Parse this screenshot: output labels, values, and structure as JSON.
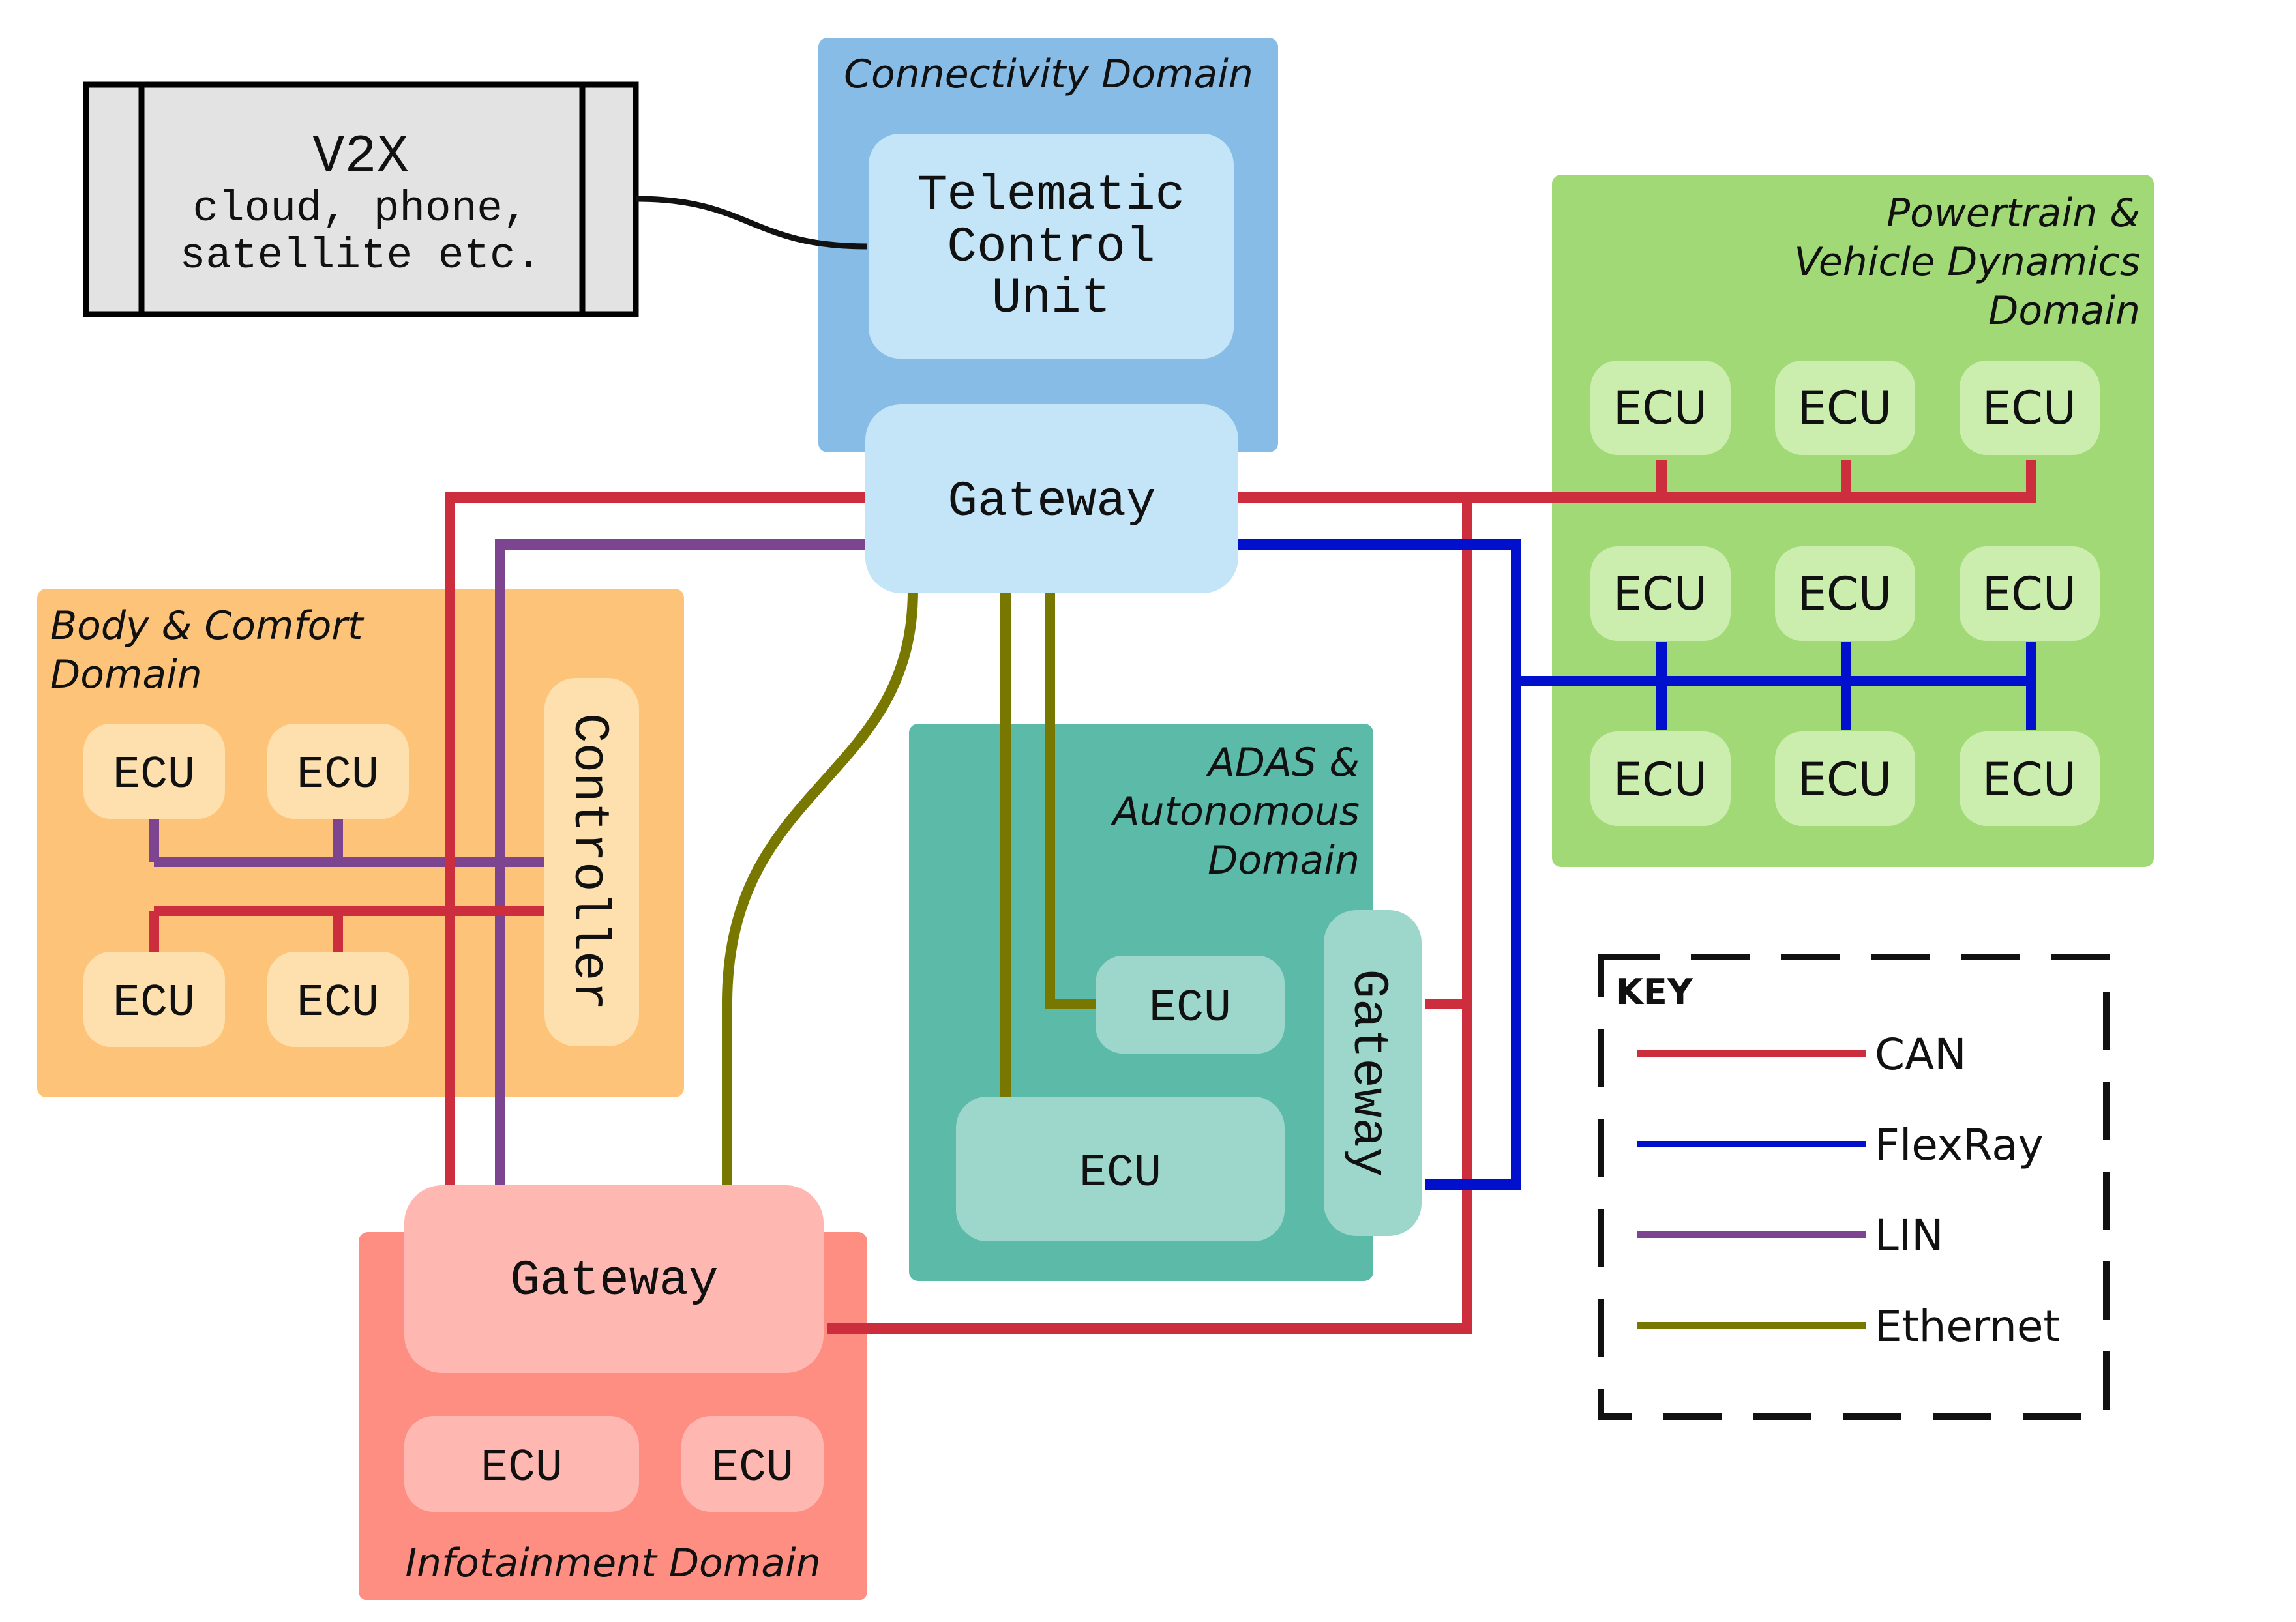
{
  "colors": {
    "can": "#cc2e3d",
    "flexray": "#0010cc",
    "lin": "#7d4590",
    "ethernet": "#787800",
    "connectivity_bg": "#87bce6",
    "connectivity_box": "#c4e5f7",
    "body_bg": "#fdc479",
    "body_box": "#fde0ad",
    "powertrain_bg": "#a2d977",
    "powertrain_box": "#cbeeae",
    "adas_bg": "#5cbaa8",
    "adas_box": "#9dd6ca",
    "infotainment_bg": "#fe8e82",
    "infotainment_box": "#ffb8b1",
    "v2x_bg": "#e3e3e3"
  },
  "v2x": {
    "title": "V2X",
    "line1": "cloud, phone,",
    "line2": "satellite etc."
  },
  "connectivity": {
    "title": "Connectivity Domain",
    "tcu_line1": "Telematic",
    "tcu_line2": "Control",
    "tcu_line3": "Unit",
    "gateway": "Gateway"
  },
  "powertrain": {
    "title_line1": "Powertrain &",
    "title_line2": "Vehicle Dynamics",
    "title_line3": "Domain",
    "ecu": "ECU"
  },
  "body": {
    "title_line1": "Body & Comfort",
    "title_line2": "Domain",
    "ecu": "ECU",
    "controller": "Controller"
  },
  "adas": {
    "title_line1": "ADAS &",
    "title_line2": "Autonomous",
    "title_line3": "Domain",
    "ecu": "ECU",
    "gateway": "Gateway"
  },
  "infotainment": {
    "title": "Infotainment Domain",
    "gateway": "Gateway",
    "ecu": "ECU"
  },
  "key": {
    "title": "KEY",
    "can": "CAN",
    "flexray": "FlexRay",
    "lin": "LIN",
    "ethernet": "Ethernet"
  }
}
